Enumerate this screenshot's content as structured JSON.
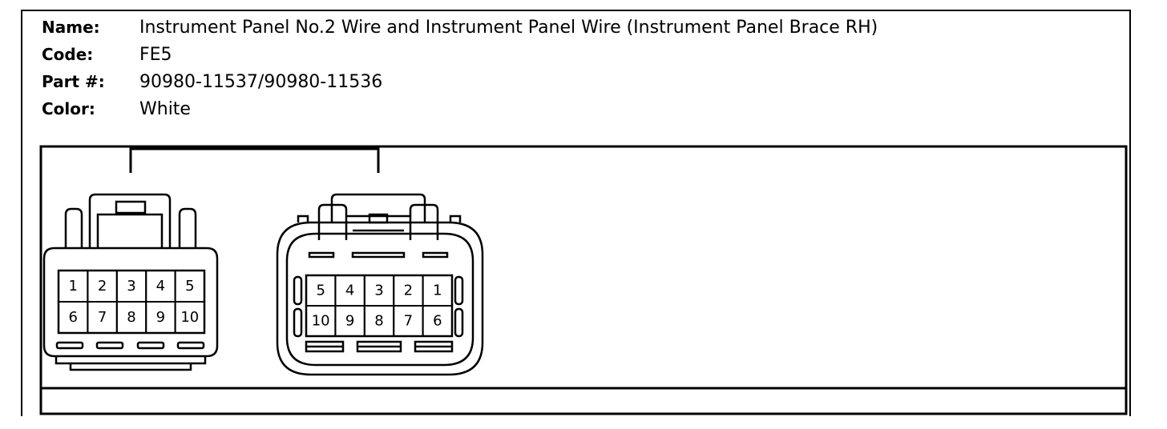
{
  "info": {
    "name_label": "Name:",
    "name_value": "Instrument Panel No.2 Wire and Instrument Panel Wire (Instrument Panel Brace RH)",
    "code_label": "Code:",
    "code_value": "FE5",
    "part_label": "Part #:",
    "part_value": "90980-11537/90980-11536",
    "color_label": "Color:",
    "color_value": "White"
  },
  "connector_left": {
    "pins_row1": [
      "1",
      "2",
      "3",
      "4",
      "5"
    ],
    "pins_row2": [
      "6",
      "7",
      "8",
      "9",
      "10"
    ]
  },
  "connector_right": {
    "pins_row1": [
      "5",
      "4",
      "3",
      "2",
      "1"
    ],
    "pins_row2": [
      "10",
      "9",
      "8",
      "7",
      "6"
    ]
  }
}
